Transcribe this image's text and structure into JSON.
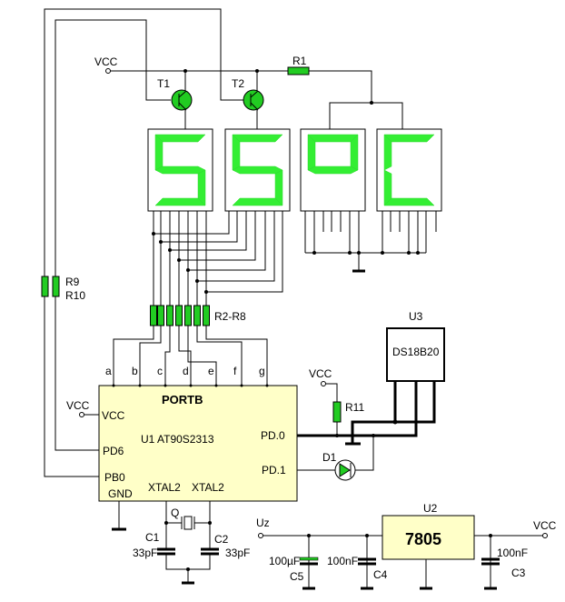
{
  "colors": {
    "component_fill": "#22cc22",
    "segment_on": "#33ee33",
    "chip_fill": "#ffffc8",
    "wire": "#000000"
  },
  "labels": {
    "vcc": "VCC",
    "r1": "R1",
    "t1": "T1",
    "t2": "T2",
    "r9": "R9",
    "r10": "R10",
    "r2r8": "R2-R8",
    "pins": [
      "a",
      "b",
      "c",
      "d",
      "e",
      "f",
      "g"
    ],
    "u1_port": "PORTB",
    "u1_name": "U1 AT90S2313",
    "pin_vcc": "VCC",
    "pin_pd6": "PD6",
    "pin_pb0": "PB0",
    "pin_gnd": "GND",
    "pin_xtal_a": "XTAL2",
    "pin_xtal_b": "XTAL2",
    "pin_pd0": "PD.0",
    "pin_pd1": "PD.1",
    "q": "Q",
    "c1": "C1",
    "c1_val": "33pF",
    "c2": "C2",
    "c2_val": "33pF",
    "r11": "R11",
    "d1": "D1",
    "u3": "U3",
    "u3_name": "DS18B20",
    "u2": "U2",
    "u2_name": "7805",
    "uz": "Uz",
    "c5": "C5",
    "c5_val": "100µF",
    "c4": "C4",
    "c4_val": "100nF",
    "c3": "C3",
    "c3_val": "100nF"
  },
  "displays": [
    {
      "shows": "5",
      "segments": "afgcd"
    },
    {
      "shows": "5",
      "segments": "afgcd"
    },
    {
      "shows": "°",
      "segments": "abfg"
    },
    {
      "shows": "C",
      "segments": "afed"
    }
  ]
}
